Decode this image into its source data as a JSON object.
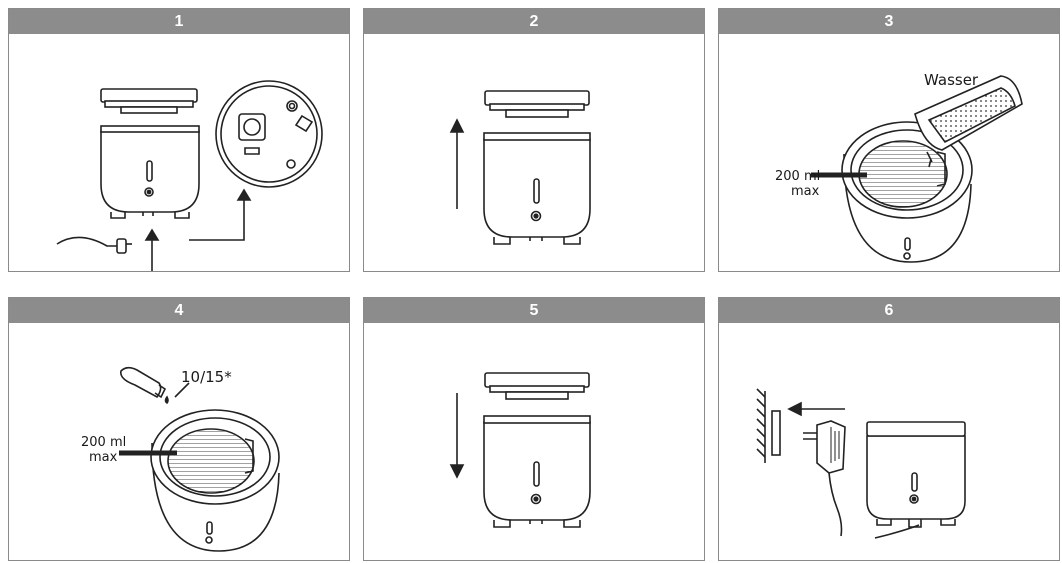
{
  "steps": [
    {
      "number": "1"
    },
    {
      "number": "2"
    },
    {
      "number": "3",
      "label_water": "Wasser",
      "label_ml": "200 ml",
      "label_max": "max"
    },
    {
      "number": "4",
      "label_drops": "10/15*",
      "label_ml": "200 ml",
      "label_max": "max"
    },
    {
      "number": "5"
    },
    {
      "number": "6"
    }
  ]
}
